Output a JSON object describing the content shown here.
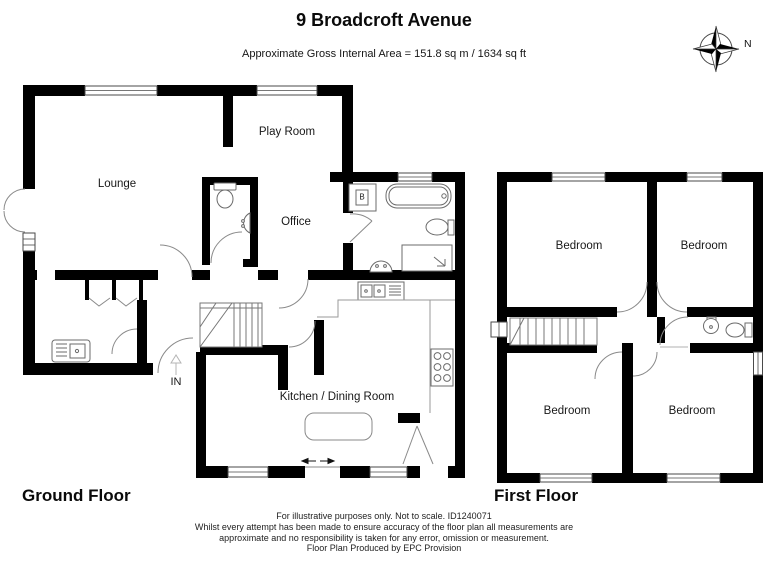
{
  "header": {
    "title": "9 Broadcroft Avenue",
    "subtitle": "Approximate Gross Internal Area = 151.8 sq m / 1634 sq ft"
  },
  "compass": {
    "north_label": "N"
  },
  "ground_floor": {
    "title": "Ground Floor",
    "rooms": {
      "lounge": "Lounge",
      "play_room": "Play Room",
      "office": "Office",
      "kitchen": "Kitchen / Dining Room"
    },
    "entrance_label": "IN",
    "boiler_label": "B"
  },
  "first_floor": {
    "title": "First Floor",
    "rooms": {
      "bedroom_top_left": "Bedroom",
      "bedroom_top_right": "Bedroom",
      "bedroom_bottom_left": "Bedroom",
      "bedroom_bottom_right": "Bedroom"
    }
  },
  "disclaimer": {
    "line1": "For illustrative purposes only. Not to scale. ID1240071",
    "line2": "Whilst every attempt has been made to ensure accuracy of the floor plan all measurements are",
    "line3": "approximate and no responsibility is taken for any error, omission or measurement.",
    "line4": "Floor Plan Produced by EPC Provision"
  },
  "colors": {
    "wall": "#000000",
    "fixture_line": "#6b6b6b",
    "door_line": "#8a8a8a"
  }
}
